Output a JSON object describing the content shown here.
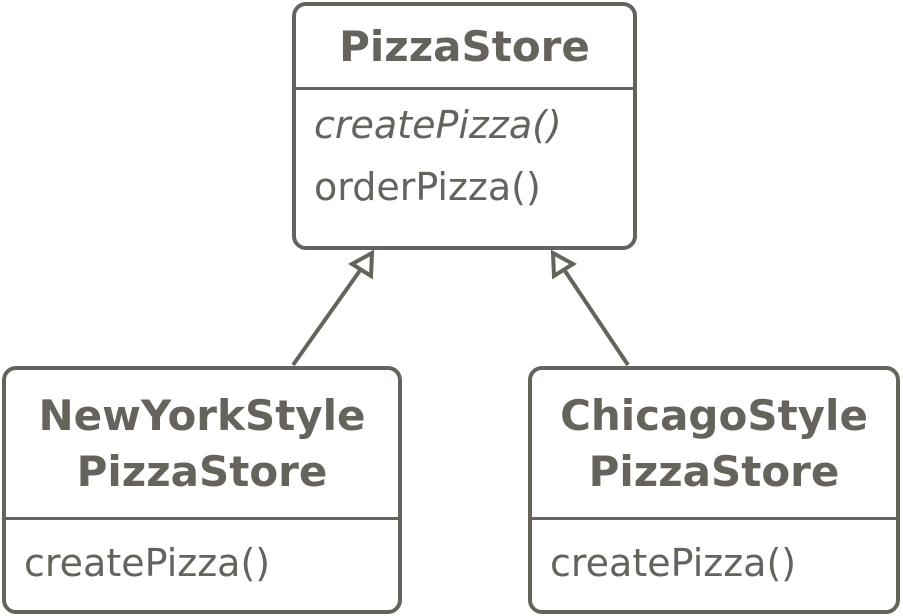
{
  "classes": {
    "base": {
      "name": "PizzaStore",
      "abstract_method": "createPizza()",
      "method": "orderPizza()"
    },
    "ny": {
      "name_line1": "NewYorkStyle",
      "name_line2": "PizzaStore",
      "method": "createPizza()"
    },
    "chicago": {
      "name_line1": "ChicagoStyle",
      "name_line2": "PizzaStore",
      "method": "createPizza()"
    }
  },
  "colors": {
    "stroke": "#66625c"
  }
}
